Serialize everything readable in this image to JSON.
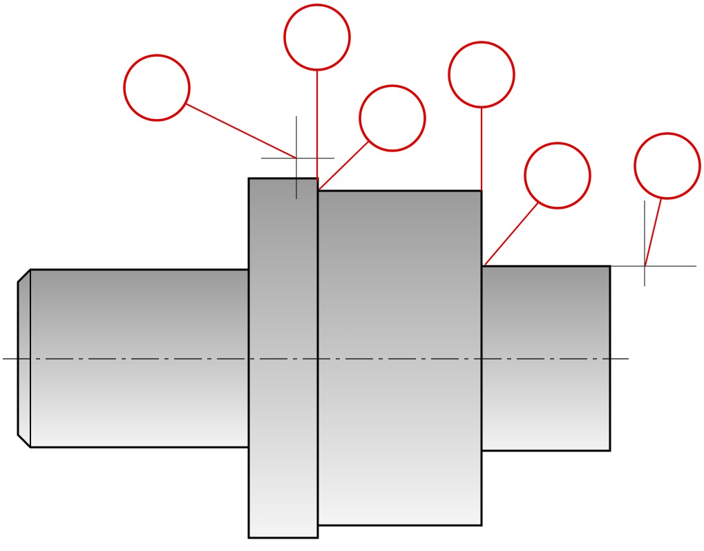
{
  "diagram": {
    "accent_color": "#e00000",
    "outline_color": "#000000",
    "shading": {
      "top": "#9a9a9a",
      "bottom": "#f5f5f5"
    },
    "balloons": [
      {
        "id": "balloon-1",
        "label": ""
      },
      {
        "id": "balloon-2",
        "label": ""
      },
      {
        "id": "balloon-3",
        "label": ""
      },
      {
        "id": "balloon-4",
        "label": ""
      },
      {
        "id": "balloon-5",
        "label": ""
      },
      {
        "id": "balloon-6",
        "label": ""
      }
    ]
  }
}
